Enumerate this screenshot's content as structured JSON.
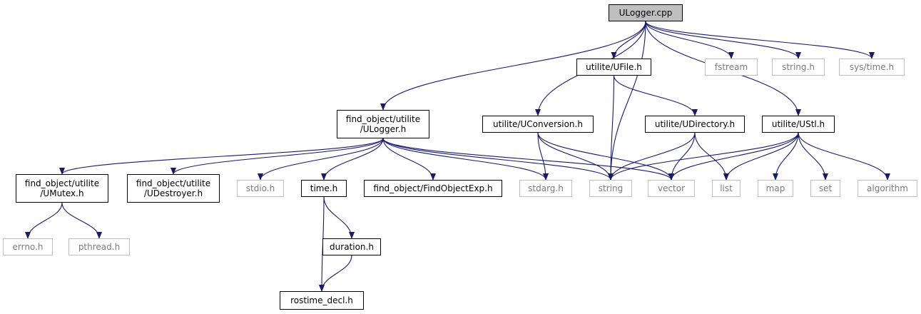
{
  "colors": {
    "edge": "#191970",
    "ext_border": "#bfbfbf",
    "ext_text": "#7a7a7a",
    "root_fill": "#bfbfbf"
  },
  "nodes": {
    "root": "ULogger.cpp",
    "ufile": "utilite/UFile.h",
    "fstream": "fstream",
    "string_h": "string.h",
    "sys_time": "sys/time.h",
    "ulogger_h": "find_object/utilite\n/ULogger.h",
    "uconversion": "utilite/UConversion.h",
    "udirectory": "utilite/UDirectory.h",
    "ustl": "utilite/UStl.h",
    "umutex": "find_object/utilite\n/UMutex.h",
    "udestroyer": "find_object/utilite\n/UDestroyer.h",
    "stdio": "stdio.h",
    "time_h": "time.h",
    "findobjectexp": "find_object/FindObjectExp.h",
    "stdarg": "stdarg.h",
    "string": "string",
    "vector": "vector",
    "list": "list",
    "map": "map",
    "set": "set",
    "algorithm": "algorithm",
    "errno": "errno.h",
    "pthread": "pthread.h",
    "duration": "duration.h",
    "rostime": "rostime_decl.h"
  },
  "edges": [
    [
      "root",
      "ulogger_h"
    ],
    [
      "root",
      "string"
    ],
    [
      "root",
      "uconversion"
    ],
    [
      "root",
      "ufile"
    ],
    [
      "root",
      "ustl"
    ],
    [
      "root",
      "fstream"
    ],
    [
      "root",
      "string_h"
    ],
    [
      "root",
      "sys_time"
    ],
    [
      "ufile",
      "string"
    ],
    [
      "ufile",
      "udirectory"
    ],
    [
      "ulogger_h",
      "umutex"
    ],
    [
      "ulogger_h",
      "udestroyer"
    ],
    [
      "ulogger_h",
      "stdio"
    ],
    [
      "ulogger_h",
      "time_h"
    ],
    [
      "ulogger_h",
      "findobjectexp"
    ],
    [
      "ulogger_h",
      "stdarg"
    ],
    [
      "ulogger_h",
      "string"
    ],
    [
      "ulogger_h",
      "vector"
    ],
    [
      "uconversion",
      "stdarg"
    ],
    [
      "uconversion",
      "string"
    ],
    [
      "uconversion",
      "vector"
    ],
    [
      "udirectory",
      "string"
    ],
    [
      "udirectory",
      "vector"
    ],
    [
      "udirectory",
      "list"
    ],
    [
      "ustl",
      "string"
    ],
    [
      "ustl",
      "vector"
    ],
    [
      "ustl",
      "list"
    ],
    [
      "ustl",
      "map"
    ],
    [
      "ustl",
      "set"
    ],
    [
      "ustl",
      "algorithm"
    ],
    [
      "umutex",
      "errno"
    ],
    [
      "umutex",
      "pthread"
    ],
    [
      "time_h",
      "duration"
    ],
    [
      "time_h",
      "rostime"
    ],
    [
      "duration",
      "rostime"
    ]
  ]
}
